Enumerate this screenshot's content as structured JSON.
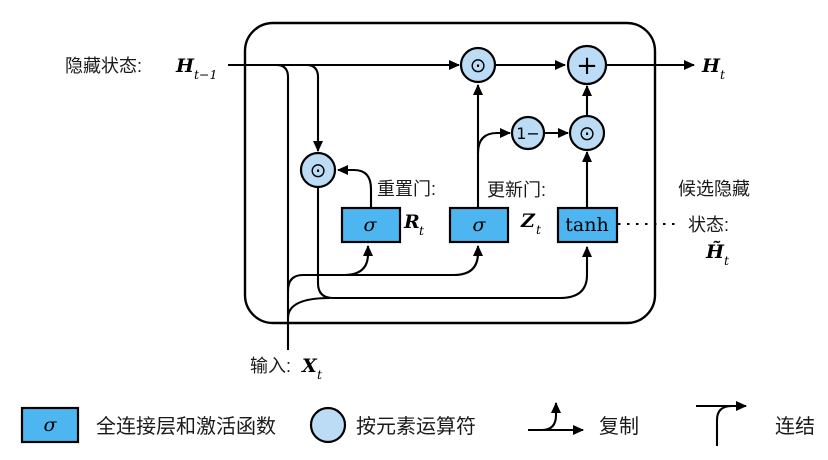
{
  "diagram": {
    "hidden_state": {
      "label": "隐藏状态:",
      "var": "H",
      "sub": "t−1"
    },
    "output_state": {
      "var": "H",
      "sub": "t"
    },
    "input": {
      "label": "输入:",
      "var": "X",
      "sub": "t"
    },
    "reset_gate": {
      "label": "重置门:",
      "var": "R",
      "sub": "t",
      "box": "σ"
    },
    "update_gate": {
      "label": "更新门:",
      "var": "Z",
      "sub": "t",
      "box": "σ"
    },
    "candidate": {
      "label_line1": "候选隐藏",
      "label_line2": "状态:",
      "var": "H̃",
      "sub": "t",
      "box": "tanh"
    },
    "operators": {
      "elementwise": "⊙",
      "add": "+",
      "one_minus": "1−"
    }
  },
  "legend": {
    "fc_layer": {
      "symbol": "σ",
      "label": "全连接层和激活函数"
    },
    "elementwise_op": {
      "label": "按元素运算符"
    },
    "copy": {
      "label": "复制"
    },
    "concat": {
      "label": "连结"
    }
  },
  "colors": {
    "gate_box_fill": "#4db6f0",
    "operator_circle_fill": "#bcdcf6",
    "line": "#000000"
  }
}
